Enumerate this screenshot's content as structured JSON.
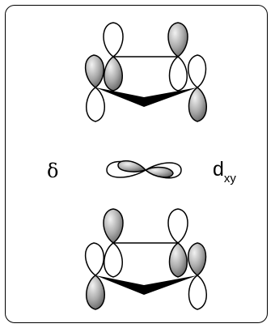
{
  "labels": {
    "symmetry": "δ",
    "orbital_main": "d",
    "orbital_sub": "xy"
  },
  "colors": {
    "lobe_shaded": "#9a9a9a",
    "lobe_light": "#ffffff",
    "outline": "#000000"
  },
  "icons": [
    "p-orbital-lobe",
    "d-orbital-lobe",
    "bridge-ring"
  ]
}
